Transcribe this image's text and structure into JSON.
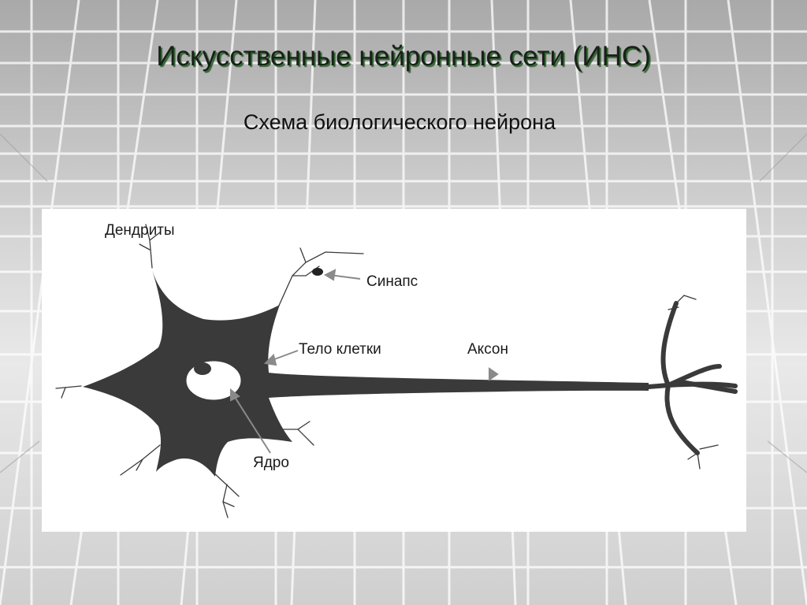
{
  "slide": {
    "title": "Искусственные нейронные сети (ИНС)",
    "subtitle": "Схема биологического нейрона"
  },
  "diagram": {
    "labels": {
      "dendrites": "Дендриты",
      "synapse": "Синапс",
      "cell_body": "Тело клетки",
      "axon": "Аксон",
      "nucleus": "Ядро"
    },
    "colors": {
      "neuron_fill": "#3a3a3a",
      "arrow": "#8a8a8a",
      "panel": "#ffffff"
    }
  }
}
